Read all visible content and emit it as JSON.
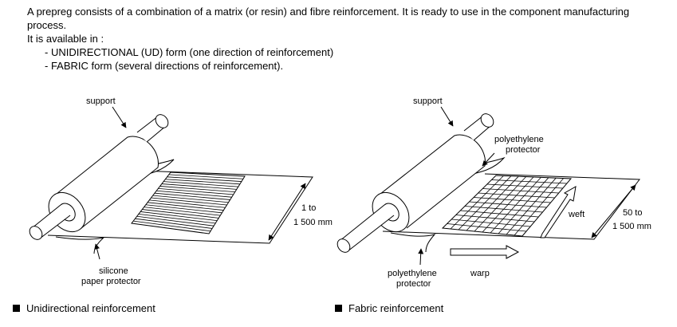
{
  "intro": {
    "line1": "A prepreg consists of a combination of a matrix (or resin) and fibre reinforcement. It is ready to use in the component manufacturing process.",
    "line2": "It is available in :",
    "bullet1": "- UNIDIRECTIONAL (UD) form (one direction of reinforcement)",
    "bullet2": "- FABRIC form (several directions of reinforcement)."
  },
  "left_figure": {
    "support_label": "support",
    "dim_line1": "1 to",
    "dim_line2": "1 500 mm",
    "protector_line1": "silicone",
    "protector_line2": "paper protector",
    "caption": "Unidirectional reinforcement"
  },
  "right_figure": {
    "support_label": "support",
    "top_protector_line1": "polyethylene",
    "top_protector_line2": "protector",
    "weft_label": "weft",
    "dim_line1": "50 to",
    "dim_line2": "1 500 mm",
    "bottom_protector_line1": "polyethylene",
    "bottom_protector_line2": "protector",
    "warp_label": "warp",
    "caption": "Fabric reinforcement"
  }
}
